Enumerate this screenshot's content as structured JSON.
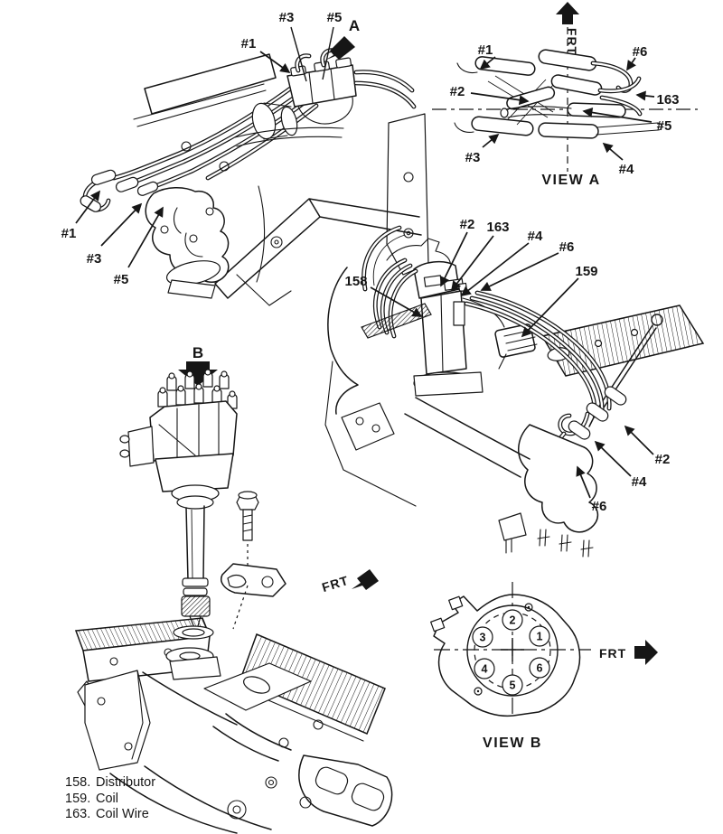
{
  "palette": {
    "ink": "#161616",
    "paper": "#ffffff"
  },
  "engine_front_view": {
    "marker": "A",
    "callout_top_1": "#1",
    "callout_top_3": "#3",
    "callout_top_5": "#5",
    "callout_left_1": "#1",
    "callout_left_3": "#3",
    "callout_left_5": "#5"
  },
  "view_a": {
    "title": "VIEW A",
    "frt_label": "FRT",
    "callout_1": "#1",
    "callout_2": "#2",
    "callout_3": "#3",
    "callout_4": "#4",
    "callout_5": "#5",
    "callout_6": "#6",
    "callout_coil_wire": "163"
  },
  "engine_side_view": {
    "callout_distributor": "158",
    "callout_coil": "159",
    "callout_coil_wire": "163",
    "callout_top_2": "#2",
    "callout_top_4": "#4",
    "callout_top_6": "#6",
    "callout_bottom_2": "#2",
    "callout_bottom_4": "#4",
    "callout_bottom_6": "#6"
  },
  "distributor_removal_view": {
    "marker": "B",
    "frt_label": "FRT"
  },
  "view_b": {
    "title": "VIEW B",
    "frt_label": "FRT",
    "terminal_top": "2",
    "terminal_upper_left": "3",
    "terminal_upper_right": "1",
    "terminal_lower_left": "4",
    "terminal_lower_right": "6",
    "terminal_bottom": "5"
  },
  "legend": {
    "items": [
      {
        "number": "158.",
        "label": "Distributor"
      },
      {
        "number": "159.",
        "label": "Coil"
      },
      {
        "number": "163.",
        "label": "Coil Wire"
      }
    ]
  }
}
